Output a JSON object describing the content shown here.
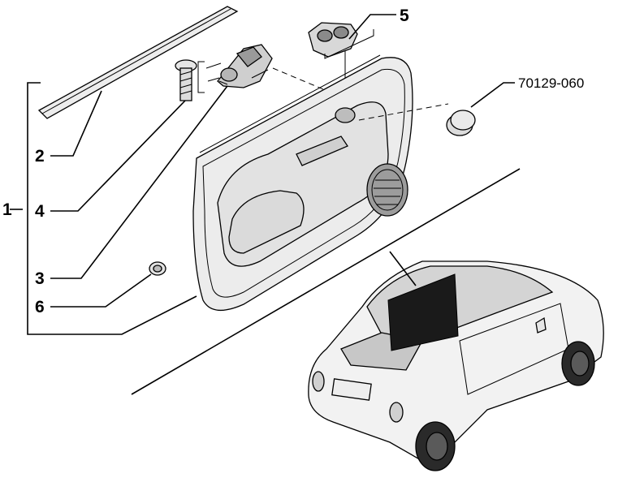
{
  "labels": {
    "assembly": "1",
    "moulding_strip": "2",
    "handle_unit": "3",
    "screw": "4",
    "switch_bezel": "5",
    "clip": "6",
    "plug_code": "70129-060"
  }
}
